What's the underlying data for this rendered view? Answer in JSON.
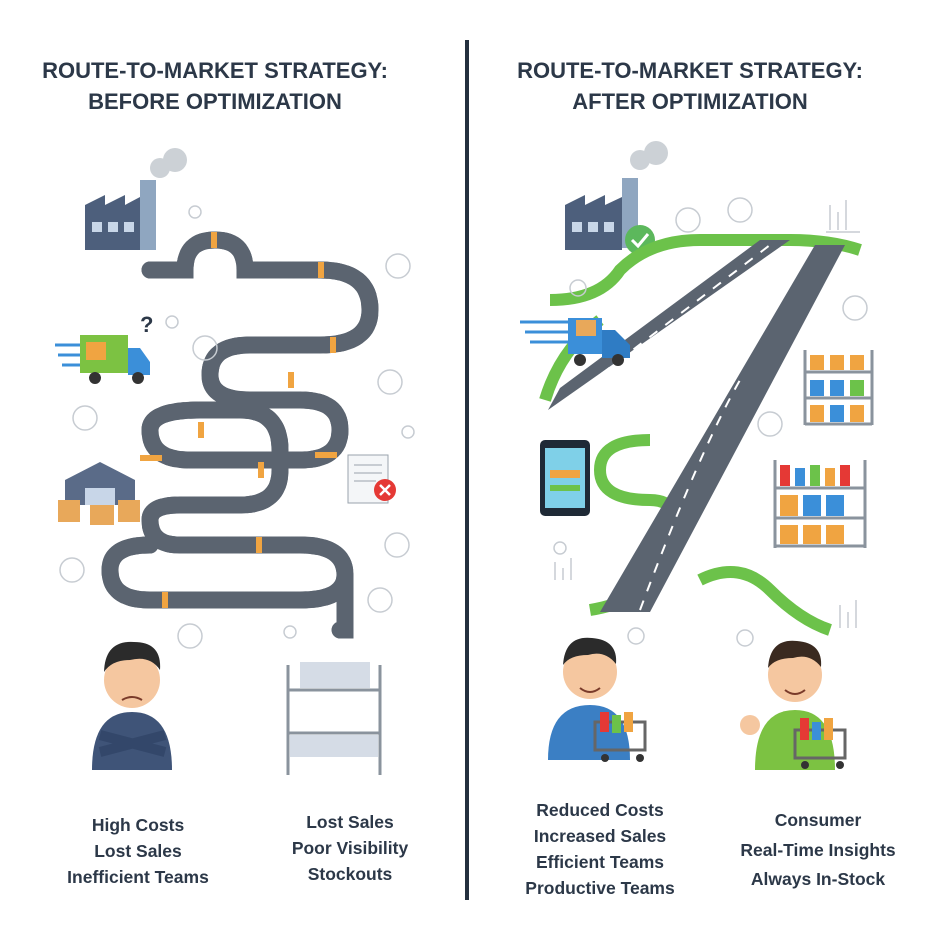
{
  "before": {
    "title_line1": "ROUTE-TO-MARKET STRATEGY:",
    "title_line2": "BEFORE  OPTIMIZATION",
    "outcomes_left": [
      "High Costs",
      "Lost Sales",
      "Inefficient Teams"
    ],
    "outcomes_right": [
      "Lost Sales",
      "Poor Visibility",
      "Stockouts"
    ],
    "icons": [
      "factory-icon",
      "truck-icon",
      "question-icon",
      "warehouse-icon",
      "document-error-icon",
      "sad-man-icon",
      "empty-shelf-icon"
    ]
  },
  "after": {
    "title_line1": "ROUTE-TO-MARKET STRATEGY:",
    "title_line2": "AFTER OPTIMIZATION",
    "outcomes_left": [
      "Reduced Costs",
      "Increased Sales",
      "Efficient Teams",
      "Productive Teams"
    ],
    "outcomes_right": [
      "Consumer",
      "Real-Time Insights",
      "Always In-Stock"
    ],
    "icons": [
      "factory-icon",
      "check-icon",
      "truck-icon",
      "tablet-icon",
      "stocked-shelf-icon",
      "happy-man-cart-icon",
      "thumbs-up-man-cart-icon"
    ]
  },
  "colors": {
    "title": "#2c3848",
    "road": "#5b6470",
    "barrier": "#f0a441",
    "green_road": "#6cc24a",
    "error": "#e53935",
    "divider": "#24303e"
  }
}
